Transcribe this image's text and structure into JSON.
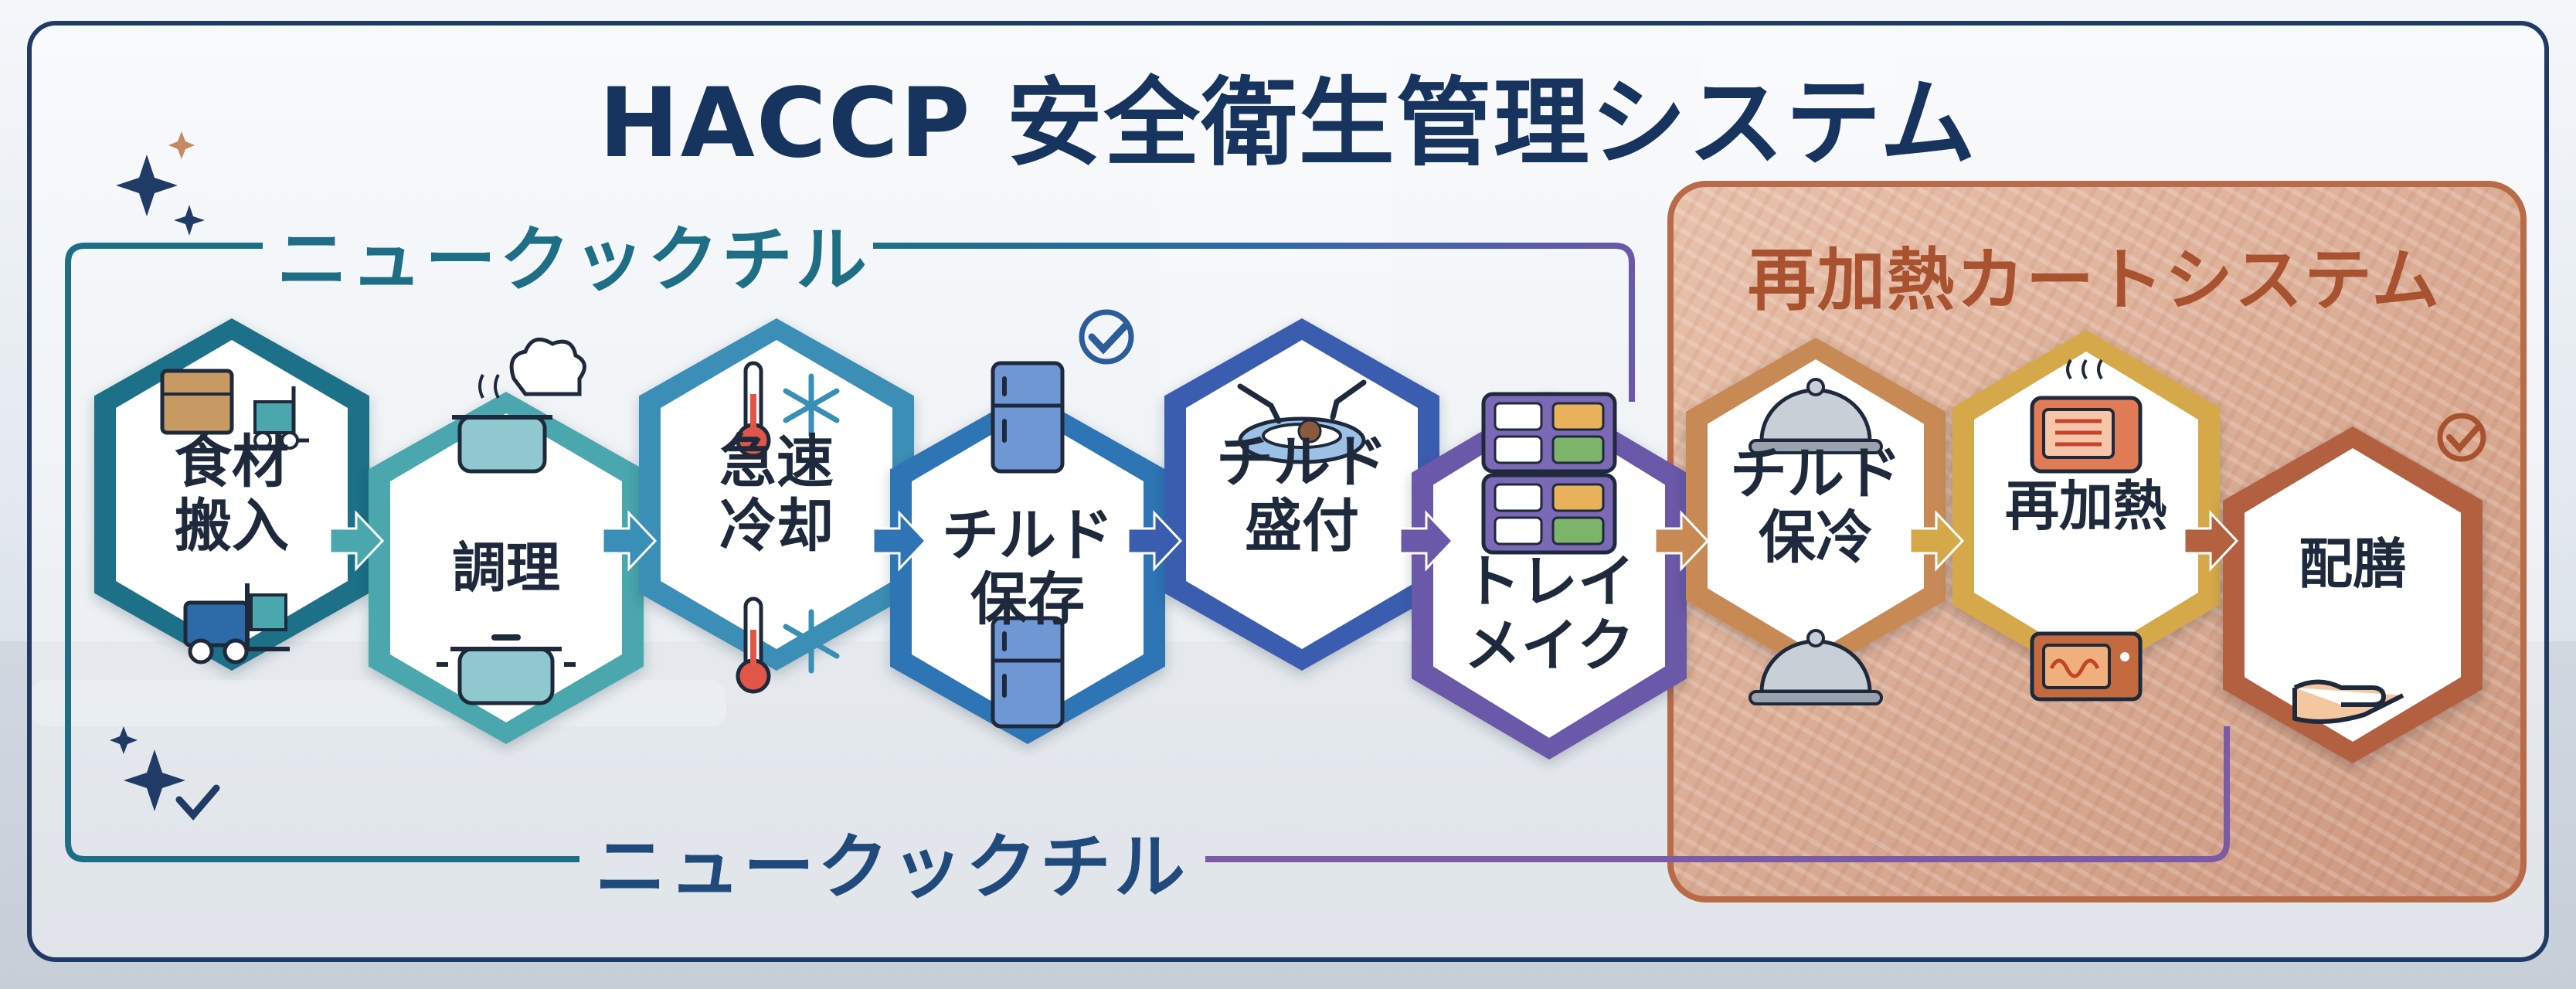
{
  "title": "HACCP 安全衛生管理システム",
  "left_system": {
    "label": "ニュークックチル"
  },
  "left_system_bottom": {
    "label": "ニュークックチル"
  },
  "right_system": {
    "label": "再加熱カートシステム"
  },
  "steps": [
    {
      "label": "食材\n搬入",
      "icons": [
        "box-icon",
        "forklift-icon"
      ],
      "color": "#1f6f87"
    },
    {
      "label": "調理",
      "icons": [
        "chef-hat-pot-icon",
        "pot-icon"
      ],
      "color": "#4aa7ad"
    },
    {
      "label": "急速\n冷却",
      "icons": [
        "thermometer-snowflake-icon"
      ],
      "color": "#3a8fb7"
    },
    {
      "label": "チルド\n保存",
      "icons": [
        "refrigerator-icon"
      ],
      "color": "#2f74b5"
    },
    {
      "label": "チルド\n盛付",
      "icons": [
        "hands-plate-icon"
      ],
      "color": "#3b5db0"
    },
    {
      "label": "トレイ\nメイク",
      "icons": [
        "tray-icon"
      ],
      "color": "#6a58a8"
    },
    {
      "label": "チルド\n保冷",
      "icons": [
        "cloche-icon"
      ],
      "color": "#c88a55"
    },
    {
      "label": "再加熱",
      "icons": [
        "oven-icon",
        "microwave-icon"
      ],
      "color": "#d5a94a"
    },
    {
      "label": "配膳",
      "icons": [
        "serving-hand-icon"
      ],
      "color": "#b3613f"
    }
  ],
  "colors": {
    "title": "#17345e",
    "newcook": "#1e6f86",
    "newcook_bottom": "#214a7c",
    "recart": "#a85230",
    "frame": "#1f3b66"
  }
}
